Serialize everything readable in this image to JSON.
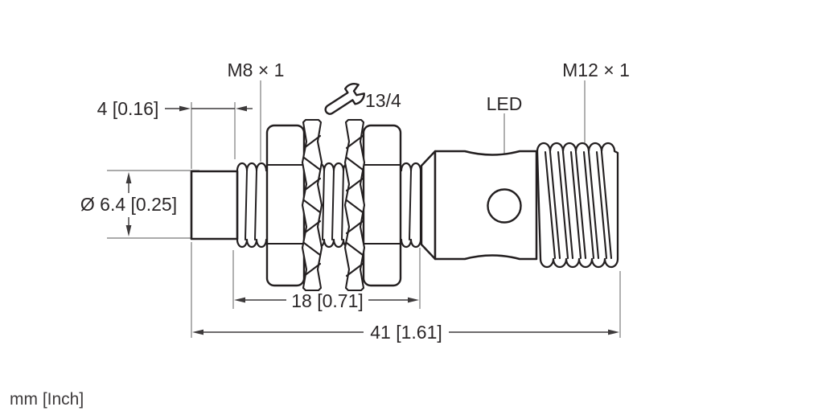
{
  "drawing": {
    "type": "sensor-dimension-drawing",
    "units_footnote": "mm [Inch]",
    "labels": {
      "front_thread": "M8 × 1",
      "rear_thread": "M12 × 1",
      "led": "LED",
      "wrench_size": "13/4"
    },
    "dimensions": {
      "tip_length": "4 [0.16]",
      "tip_diameter": "Ø 6.4 [0.25]",
      "thread_length": "18 [0.71]",
      "overall_length": "41 [1.61]"
    },
    "colors": {
      "outline": "#231f20",
      "dimension_line": "#3d3a3b",
      "construction_line": "#8f8f8f",
      "text": "#2b2728",
      "background": "#ffffff"
    }
  }
}
